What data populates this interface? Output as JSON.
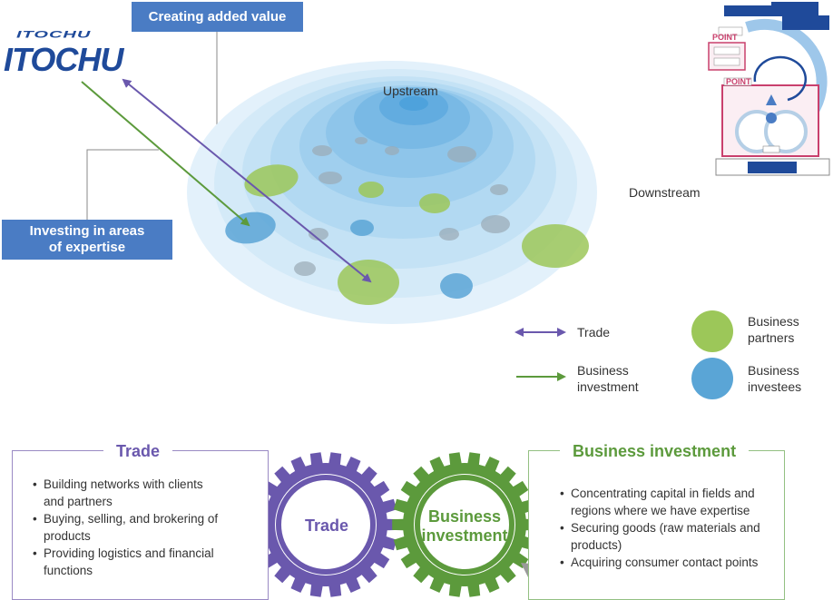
{
  "logo": {
    "line1": "ITOCHU",
    "line2": "ITOCHU"
  },
  "labels": {
    "creating_added_value": "Creating added value",
    "investing_line1": "Investing in areas",
    "investing_line2": "of expertise",
    "upstream": "Upstream",
    "downstream": "Downstream"
  },
  "legend": {
    "trade": "Trade",
    "business_investment_line1": "Business",
    "business_investment_line2": "investment",
    "partners_line1": "Business",
    "partners_line2": "partners",
    "investees_line1": "Business",
    "investees_line2": "investees"
  },
  "trade_panel": {
    "title": "Trade",
    "bullets": [
      "Building networks with clients and partners",
      "Buying, selling, and brokering of products",
      "Providing logistics and financial functions"
    ]
  },
  "investment_panel": {
    "title": "Business investment",
    "bullets": [
      "Concentrating capital in fields and regions where we have expertise",
      "Securing goods (raw materials and products)",
      "Acquiring consumer contact points"
    ]
  },
  "gears": {
    "trade_label": "Trade",
    "investment_line1": "Business",
    "investment_line2": "investment"
  },
  "thumbnail": {
    "point_label_1": "POINT",
    "point_label_2": "POINT"
  },
  "colors": {
    "box_blue": "#4a7cc4",
    "trade_purple": "#6a58ad",
    "investment_green": "#5c9a3c",
    "partner_green": "#9cc759",
    "investee_blue": "#5aa5d6"
  }
}
